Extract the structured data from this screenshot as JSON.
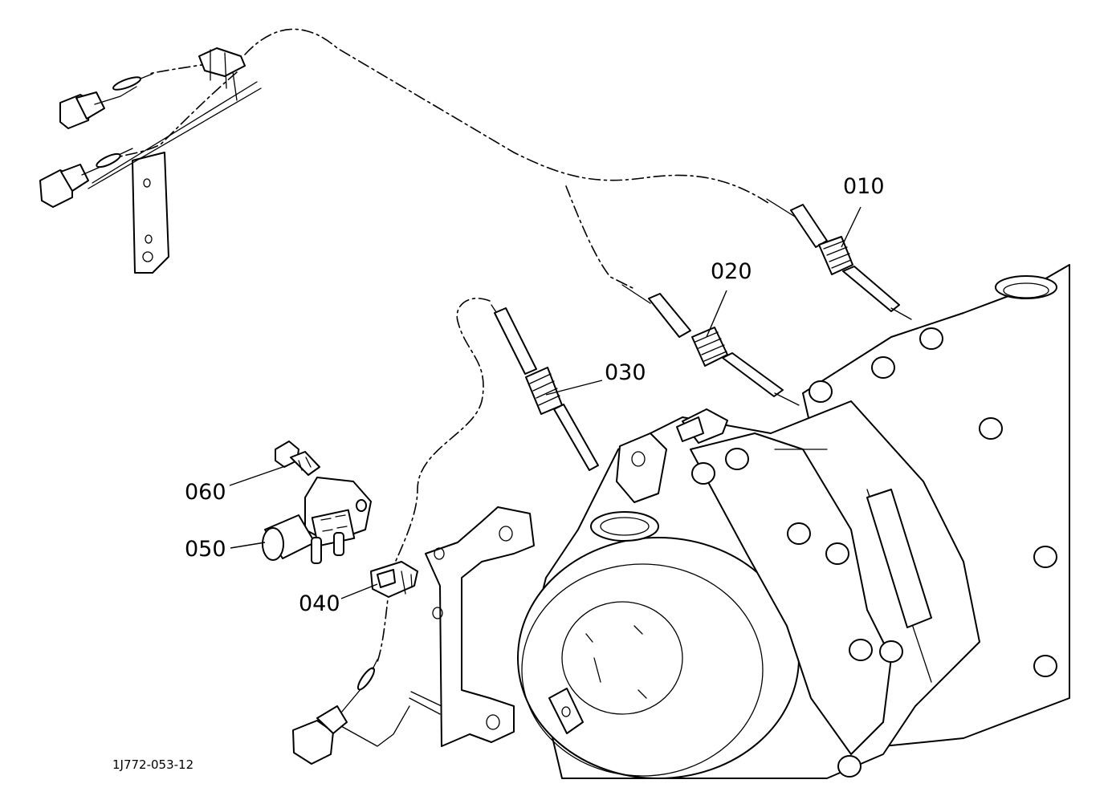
{
  "diagram": {
    "drawing_code": "1J772-053-12",
    "callouts": [
      {
        "id": "c010",
        "text": "010"
      },
      {
        "id": "c020",
        "text": "020"
      },
      {
        "id": "c030",
        "text": "030"
      },
      {
        "id": "c040",
        "text": "040"
      },
      {
        "id": "c050",
        "text": "050"
      },
      {
        "id": "c060",
        "text": "060"
      }
    ]
  }
}
